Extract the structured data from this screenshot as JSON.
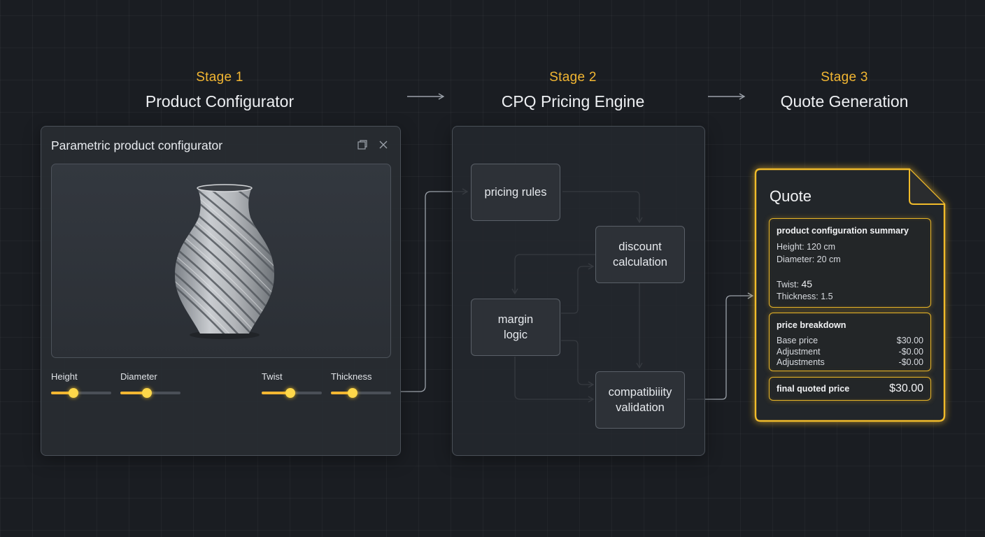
{
  "stages": [
    {
      "number": "Stage 1",
      "title": "Product Configurator"
    },
    {
      "number": "Stage 2",
      "title": "CPQ Pricing Engine"
    },
    {
      "number": "Stage 3",
      "title": "Quote Generation"
    }
  ],
  "configurator": {
    "title": "Parametric product configurator",
    "window_icons": [
      "restore-icon",
      "close-icon"
    ],
    "sliders": [
      {
        "label": "Height",
        "level": 0.37
      },
      {
        "label": "Diameter",
        "level": 0.44
      },
      {
        "label": "Twist",
        "level": 0.48
      },
      {
        "label": "Thickness",
        "level": 0.36
      }
    ]
  },
  "engine": {
    "nodes": {
      "pricing_rules": "pricing rules",
      "discount_line1": "discount",
      "discount_line2": "calculation",
      "margin_line1": "margin",
      "margin_line2": "logic",
      "compat_line1": "compatibiiity",
      "compat_line2": "validation"
    }
  },
  "quote": {
    "title": "Quote",
    "summary": {
      "heading": "product configuration summary",
      "height": "Height: 120 cm",
      "diameter": "Diameter: 20 cm",
      "twist_label": "Twist:",
      "twist_value": "45",
      "thickness": "Thickness: 1.5"
    },
    "breakdown": {
      "heading": "price breakdown",
      "rows": [
        {
          "label": "Base price",
          "value": "$30.00"
        },
        {
          "label": "Adjustment",
          "value": "-$0.00"
        },
        {
          "label": "Adjustments",
          "value": "-$0.00"
        }
      ]
    },
    "final": {
      "label": "final quoted price",
      "value": "$30.00"
    }
  },
  "colors": {
    "accent": "#f2b632",
    "background": "#1a1d22",
    "panel": "#2c3036"
  }
}
